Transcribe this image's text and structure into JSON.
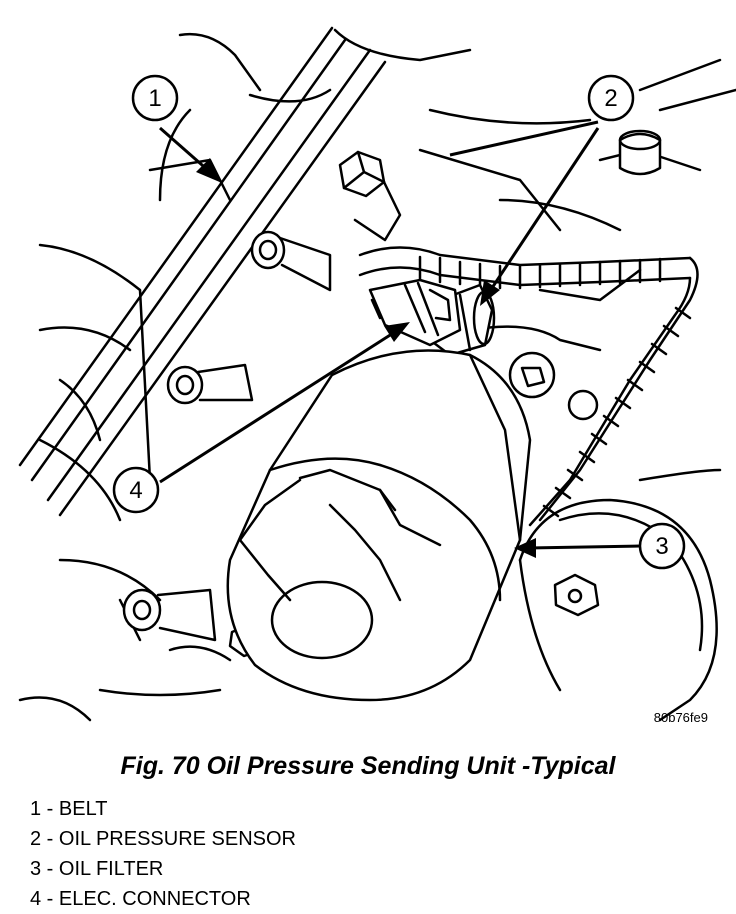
{
  "figure": {
    "image_code": "80b76fe9",
    "caption": "Fig. 70 Oil Pressure Sending Unit -Typical"
  },
  "callouts": [
    {
      "number": "1",
      "label": "BELT"
    },
    {
      "number": "2",
      "label": "OIL PRESSURE SENSOR"
    },
    {
      "number": "3",
      "label": "OIL FILTER"
    },
    {
      "number": "4",
      "label": "ELEC. CONNECTOR"
    }
  ],
  "legend": [
    {
      "text": "1 - BELT"
    },
    {
      "text": "2 - OIL PRESSURE SENSOR"
    },
    {
      "text": "3 - OIL FILTER"
    },
    {
      "text": "4 - ELEC. CONNECTOR"
    }
  ]
}
